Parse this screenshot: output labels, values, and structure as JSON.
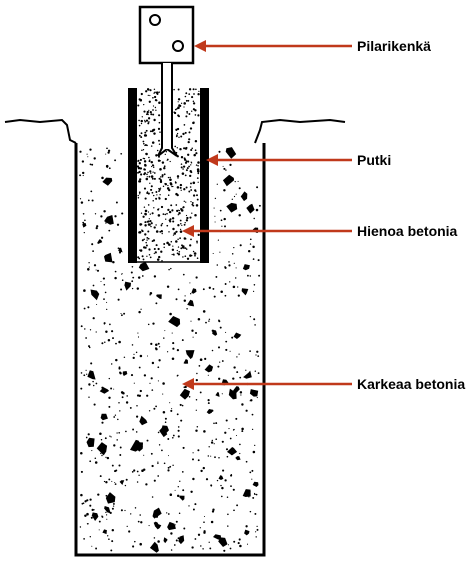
{
  "labels": {
    "bracket": "Pilarikenkä",
    "pipe": "Putki",
    "fine_concrete": "Hienoa betonia",
    "coarse_concrete": "Karkeaa betonia"
  },
  "colors": {
    "arrow": "#C0391B",
    "ink": "#000000",
    "paper": "#FFFFFF"
  },
  "icons": {
    "arrow": "arrow-left-icon",
    "bolt": "bolt-hole-icon"
  }
}
